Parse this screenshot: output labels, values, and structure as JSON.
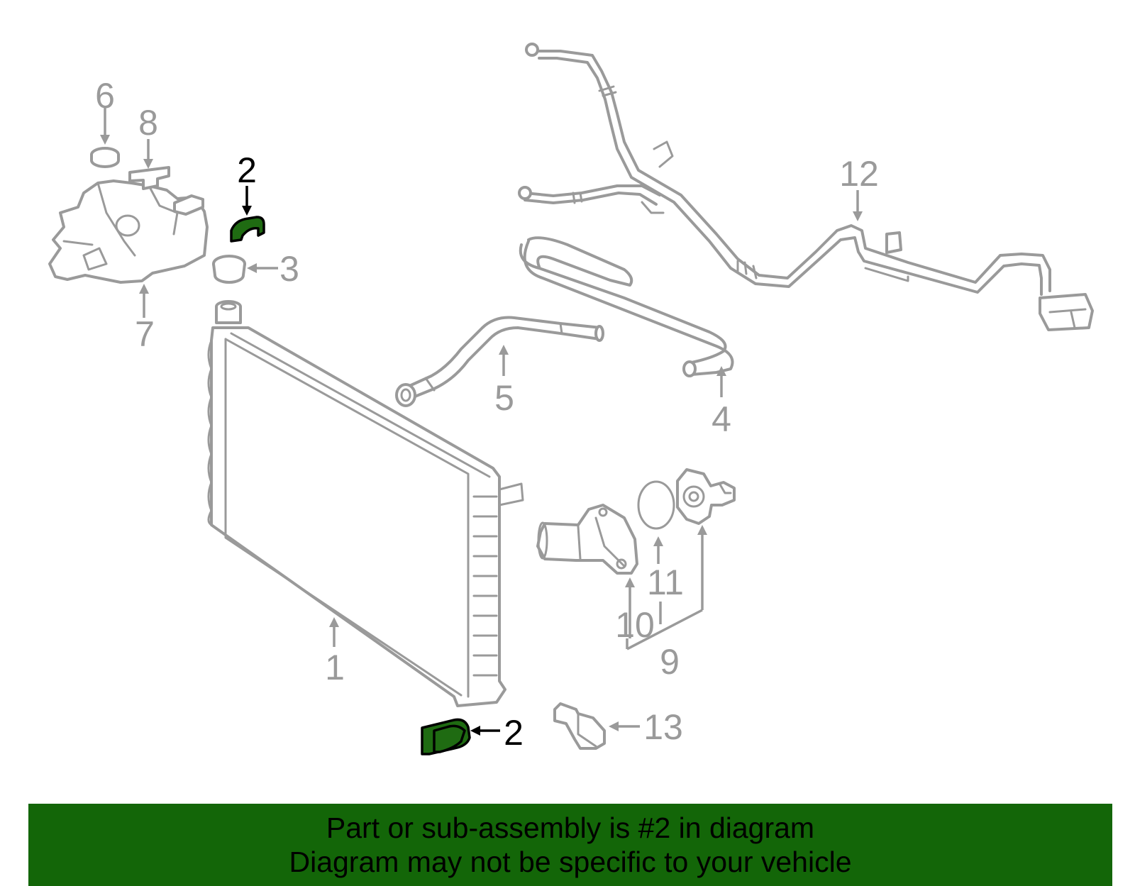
{
  "diagram": {
    "callouts": {
      "c1": "1",
      "c2_top": "2",
      "c2_bottom": "2",
      "c3": "3",
      "c4": "4",
      "c5": "5",
      "c6": "6",
      "c7": "7",
      "c8": "8",
      "c9": "9",
      "c10": "10",
      "c11": "11",
      "c12": "12",
      "c13": "13"
    },
    "highlighted_part": "2",
    "colors": {
      "part_outline": "#9a9a9a",
      "highlight_fill": "#1f6b12",
      "banner_background": "#136608"
    }
  },
  "banner": {
    "line1": "Part or sub-assembly is #2 in diagram",
    "line2": "Diagram may not be specific to your vehicle"
  }
}
